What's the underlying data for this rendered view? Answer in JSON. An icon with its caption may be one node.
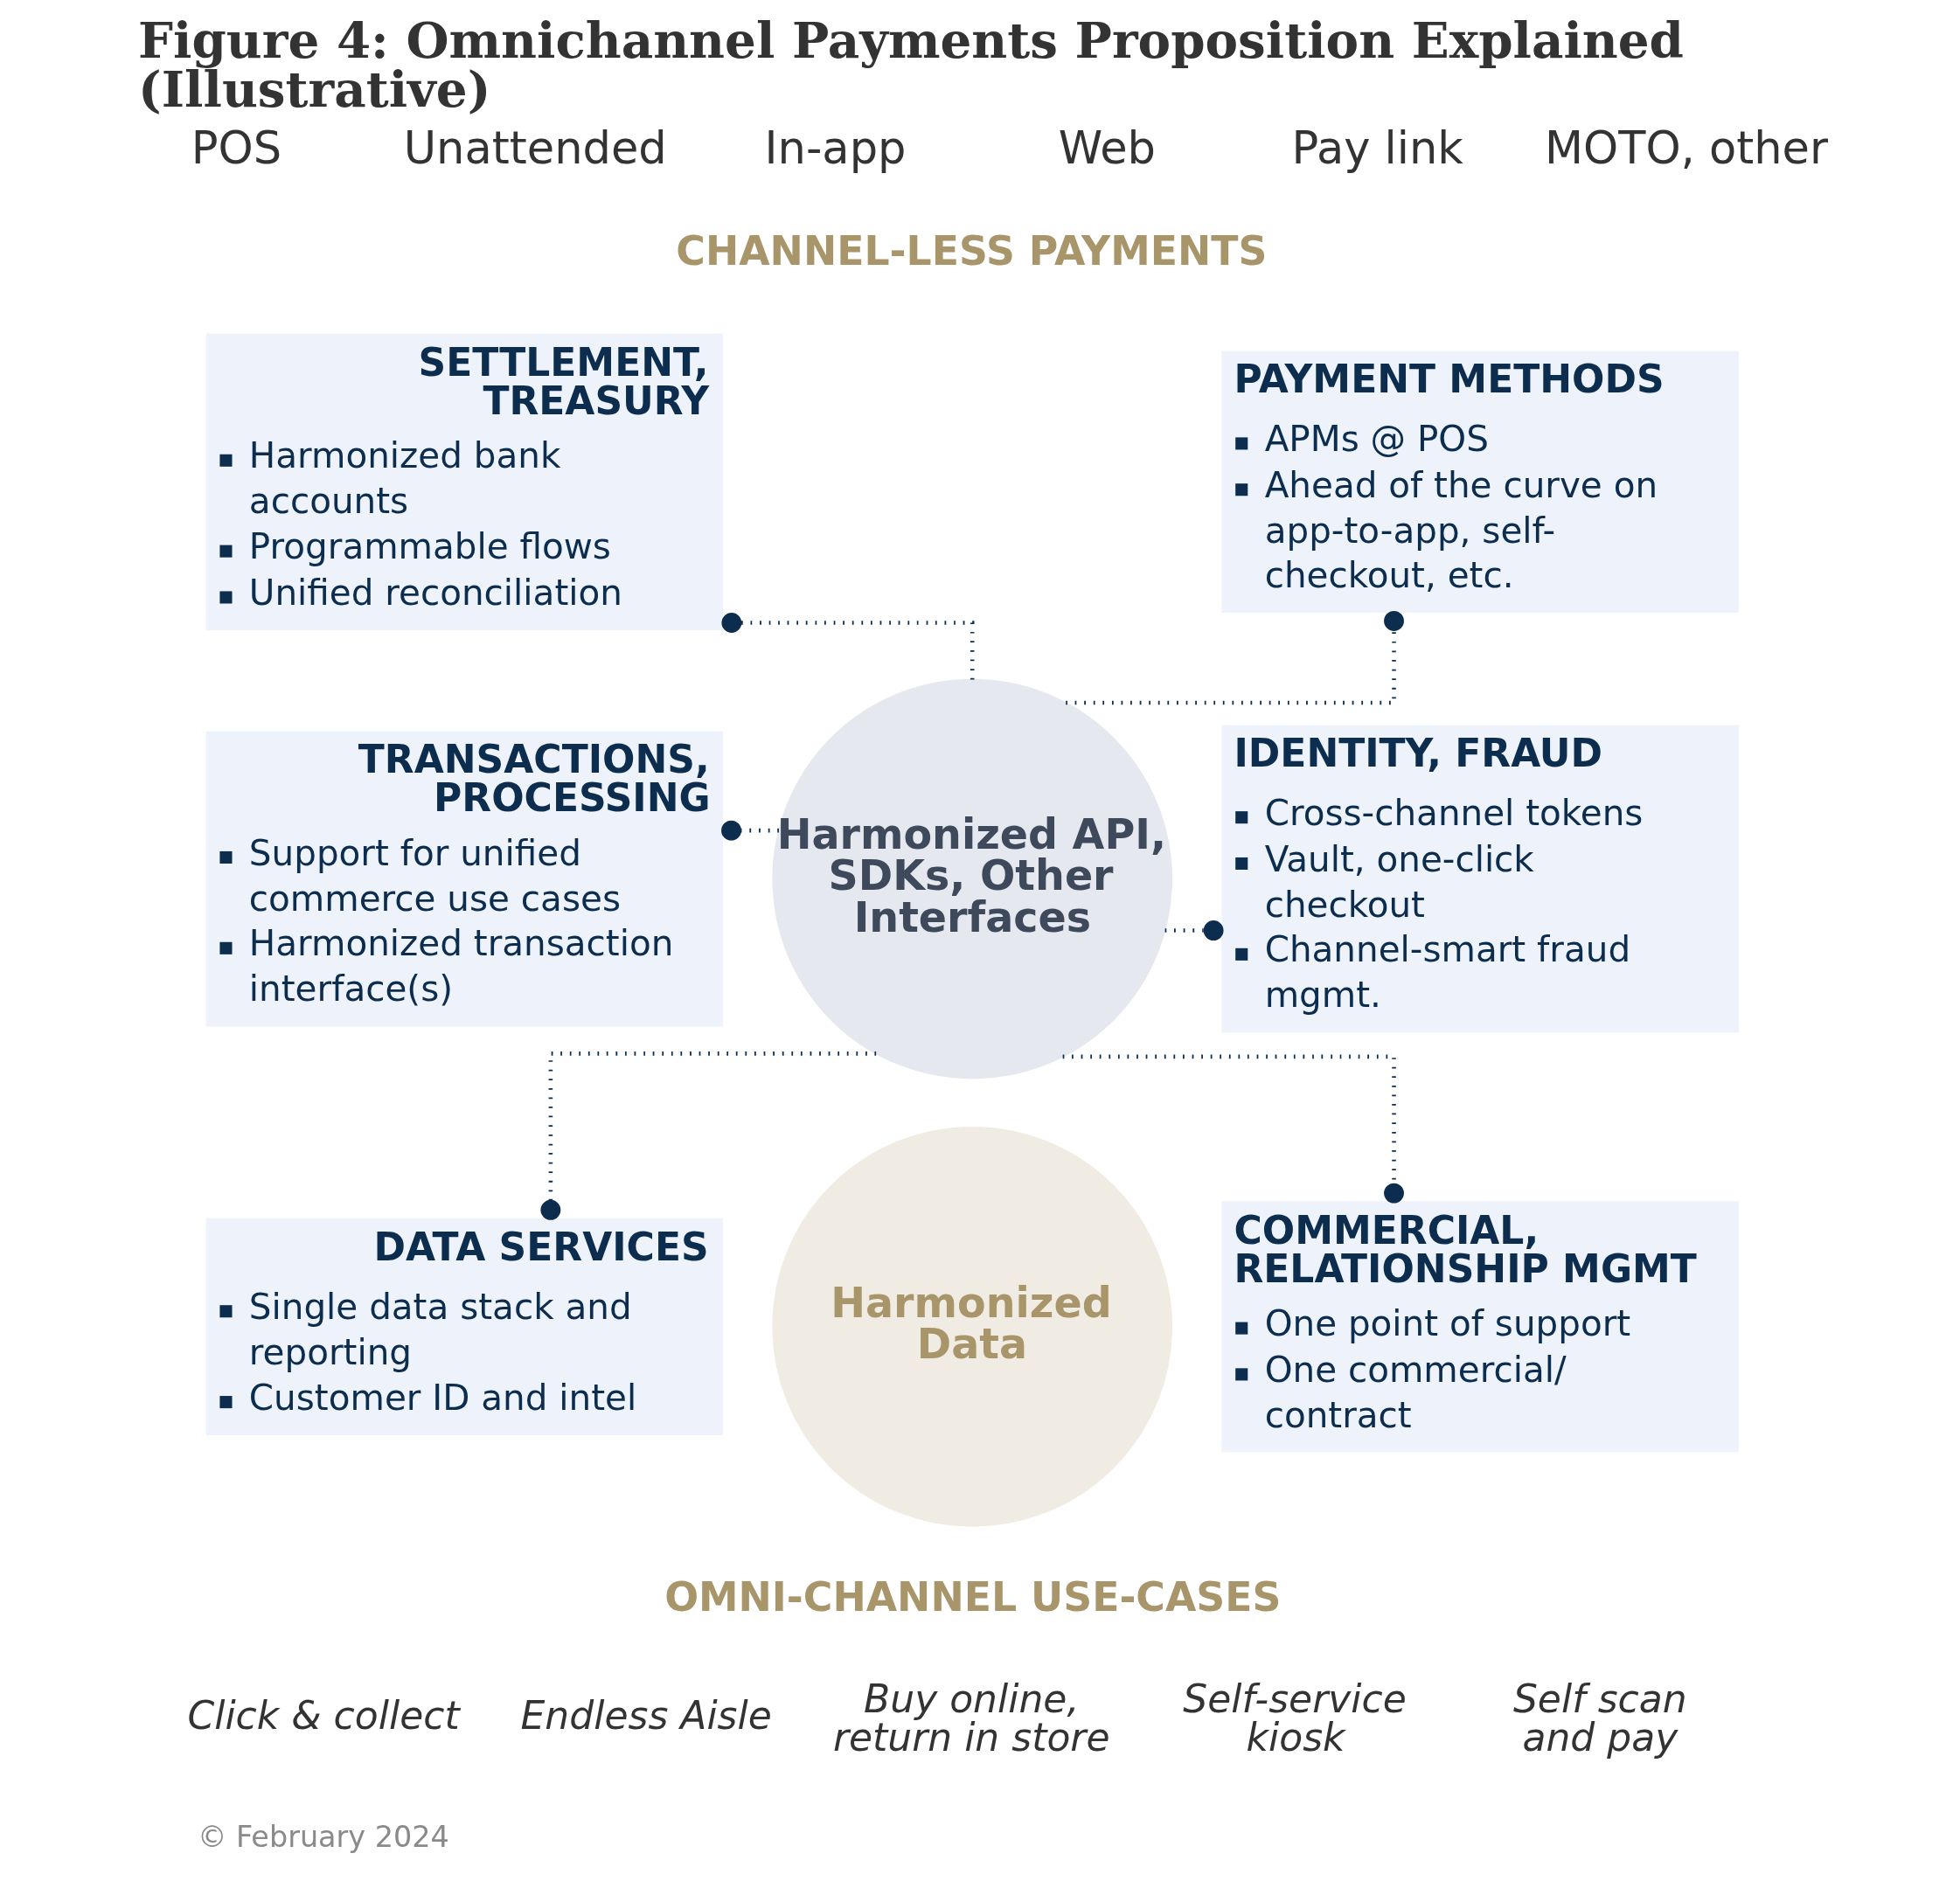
{
  "diagram": {
    "title": "Figure 4: Omnichannel Payments Proposition Explained (Illustrative)",
    "nodes": [
      {
        "text": [
          "SETTLEMENT, TREASURY",
          "Harmonized bank accounts",
          "Programmable flows",
          "Unified reconciliation"
        ]
      },
      {
        "text": [
          "PAYMENT METHODS",
          "APMs @ POS",
          "Ahead of the curve on app-to-app, self-checkout, etc."
        ]
      },
      {
        "text": [
          "Harmonized API, SDKs, Other Interfaces"
        ]
      },
      {
        "text": [
          "TRANSACTIONS, PROCESSING",
          "Support for unified commerce use cases",
          "Harmonized transaction interface(s)"
        ]
      },
      {
        "text": [
          "IDENTITY, FRAUD",
          "Cross-channel tokens",
          "Vault, one-click checkout",
          "Channel-smart fraud mgmt."
        ]
      },
      {
        "text": [
          "Harmonized Data"
        ]
      },
      {
        "text": [
          "DATA SERVICES",
          "Single data stack and reporting",
          "Customer ID and intel"
        ]
      },
      {
        "text": [
          "COMMERCIAL, RELATIONSHIP MGMT",
          "One point of support",
          "One commercial/ contract"
        ]
      }
    ],
    "edges": [
      {
        "from": 2,
        "to": 0,
        "arrow": "other"
      },
      {
        "from": 2,
        "to": 1,
        "arrow": "other"
      },
      {
        "from": 2,
        "to": 3,
        "arrow": "other"
      },
      {
        "from": 2,
        "to": 4,
        "arrow": "other"
      },
      {
        "from": 2,
        "to": 6,
        "arrow": "other"
      },
      {
        "from": 2,
        "to": 7,
        "arrow": "other"
      }
    ],
    "labels": [
      "POS",
      "Unattended",
      "In-app",
      "Web",
      "Pay link",
      "MOTO, other",
      "CHANNEL-LESS PAYMENTS",
      "OMNI-CHANNEL USE-CASES",
      "Click & collect",
      "Endless Aisle",
      "Buy online, return in store",
      "Self-service kiosk",
      "Self scan and pay",
      "© February 2024"
    ]
  }
}
